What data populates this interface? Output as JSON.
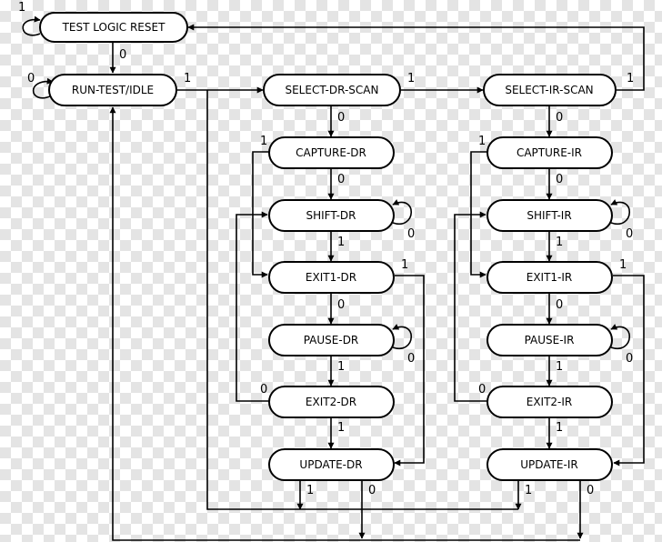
{
  "diagram": {
    "states": {
      "tlr": "TEST LOGIC RESET",
      "rti": "RUN-TEST/IDLE",
      "sdr": "SELECT-DR-SCAN",
      "sir": "SELECT-IR-SCAN",
      "cdr": "CAPTURE-DR",
      "cir": "CAPTURE-IR",
      "shdr": "SHIFT-DR",
      "shir": "SHIFT-IR",
      "e1dr": "EXIT1-DR",
      "e1ir": "EXIT1-IR",
      "pdr": "PAUSE-DR",
      "pir": "PAUSE-IR",
      "e2dr": "EXIT2-DR",
      "e2ir": "EXIT2-IR",
      "udr": "UPDATE-DR",
      "uir": "UPDATE-IR"
    },
    "transitions": [
      {
        "id": "tlr-self",
        "label": "1"
      },
      {
        "id": "tlr-rti",
        "label": "0"
      },
      {
        "id": "rti-self",
        "label": "0"
      },
      {
        "id": "rti-sdr",
        "label": "1"
      },
      {
        "id": "sdr-sir",
        "label": "1"
      },
      {
        "id": "sir-tlr",
        "label": "1"
      },
      {
        "id": "sdr-cdr",
        "label": "0"
      },
      {
        "id": "cdr-shdr",
        "label": "0"
      },
      {
        "id": "cdr-e1dr",
        "label": "1"
      },
      {
        "id": "shdr-self",
        "label": "0"
      },
      {
        "id": "shdr-e1dr",
        "label": "1"
      },
      {
        "id": "e1dr-pdr",
        "label": "0"
      },
      {
        "id": "e1dr-udr",
        "label": "1"
      },
      {
        "id": "pdr-self",
        "label": "0"
      },
      {
        "id": "pdr-e2dr",
        "label": "1"
      },
      {
        "id": "e2dr-shdr",
        "label": "0"
      },
      {
        "id": "e2dr-udr",
        "label": "1"
      },
      {
        "id": "udr-sdr",
        "label": "1"
      },
      {
        "id": "udr-rti",
        "label": "0"
      },
      {
        "id": "sir-cir",
        "label": "0"
      },
      {
        "id": "cir-shir",
        "label": "0"
      },
      {
        "id": "cir-e1ir",
        "label": "1"
      },
      {
        "id": "shir-self",
        "label": "0"
      },
      {
        "id": "shir-e1ir",
        "label": "1"
      },
      {
        "id": "e1ir-pir",
        "label": "0"
      },
      {
        "id": "e1ir-uir",
        "label": "1"
      },
      {
        "id": "pir-self",
        "label": "0"
      },
      {
        "id": "pir-e2ir",
        "label": "1"
      },
      {
        "id": "e2ir-shir",
        "label": "0"
      },
      {
        "id": "e2ir-uir",
        "label": "1"
      },
      {
        "id": "uir-sdr",
        "label": "1"
      },
      {
        "id": "uir-rti",
        "label": "0"
      }
    ]
  }
}
